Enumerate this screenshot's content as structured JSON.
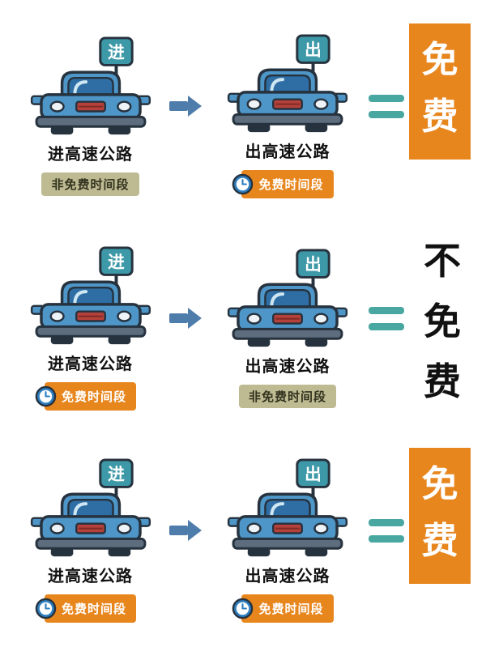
{
  "rows": [
    {
      "enter": {
        "flag": "进",
        "label": "进高速公路",
        "badge": "非免费时间段"
      },
      "exit": {
        "flag": "出",
        "label": "出高速公路",
        "badge": "免费时间段"
      },
      "result": "免费"
    },
    {
      "enter": {
        "flag": "进",
        "label": "进高速公路",
        "badge": "免费时间段"
      },
      "exit": {
        "flag": "出",
        "label": "出高速公路",
        "badge": "非免费时间段"
      },
      "result": "不免费"
    },
    {
      "enter": {
        "flag": "进",
        "label": "进高速公路",
        "badge": "免费时间段"
      },
      "exit": {
        "flag": "出",
        "label": "出高速公路",
        "badge": "免费时间段"
      },
      "result": "免费"
    }
  ],
  "colors": {
    "free_badge": "#E8861E",
    "nonfree_badge": "#BEBB93",
    "result_free_bg": "#E8861E",
    "sign_teal": "#3D98A8",
    "arrow_blue": "#4F7DAB",
    "equals_teal": "#49A7A1",
    "car_blue": "#4E96C8"
  }
}
